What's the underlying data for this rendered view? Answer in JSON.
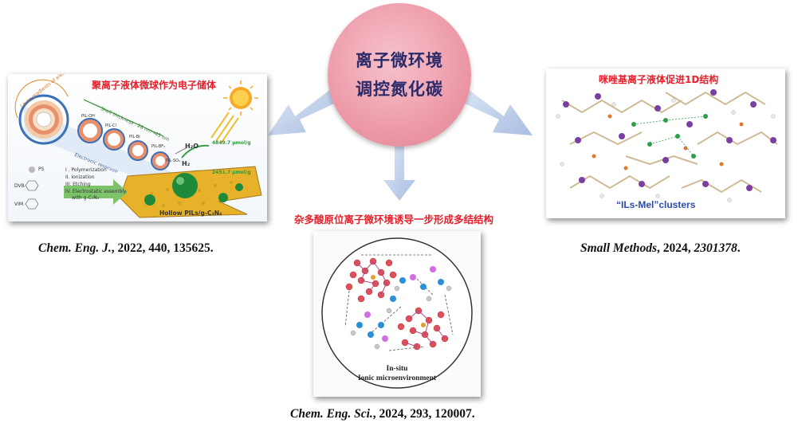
{
  "center": {
    "line1": "离子微环境",
    "line2": "调控氮化碳"
  },
  "left_panel": {
    "title": "聚离子液体微球作为电子储体",
    "steps": [
      "I . Polymerization",
      "II. Ionization",
      "III. Etching",
      "IV. Electrostatic assembly",
      "with g-C₃N₄"
    ],
    "legend": [
      "PS",
      "DVB",
      "VIM"
    ],
    "labels": {
      "layer_gradients": "Layer gradients of electron structure",
      "shell_thickness": "Shell thickness : 28 nm→45 nm",
      "reservoir": "Electronic reservoir",
      "h2o": "H₂O",
      "h2": "H₂",
      "rate1": "4849.7 μmol/g",
      "rate2": "2451.7 μmol/g",
      "product": "Hollow PILs/g-C₃N₄",
      "shells": [
        "PIL-OH",
        "PIL-Cl",
        "PIL-Br",
        "PIL-BF₄",
        "PIL-SO₄"
      ]
    },
    "citation": {
      "journal": "Chem. Eng. J.",
      "rest": ", 2022, 440, 135625."
    }
  },
  "right_panel": {
    "title": "咪唑基离子液体促进1D结构",
    "label": "“ILs-Mel”clusters",
    "citation": {
      "journal": "Small Methods",
      "rest": ", 2024, ",
      "number": "2301378",
      "end": "."
    }
  },
  "bottom_panel": {
    "caption": "杂多酸原位离子微环境诱导一步形成多结结构",
    "inner_label_1": "In-situ",
    "inner_label_2": "Ionic microenvironment",
    "citation": {
      "journal": "Chem. Eng. Sci.",
      "rest": ", 2024, 293, 120007."
    }
  },
  "colors": {
    "accent_red": "#e5202a",
    "center_text": "#2a2a6a",
    "center_fill": "#ee9dab",
    "arrow_fill": "#b6c8e6",
    "label_blue": "#2c4aa8"
  }
}
